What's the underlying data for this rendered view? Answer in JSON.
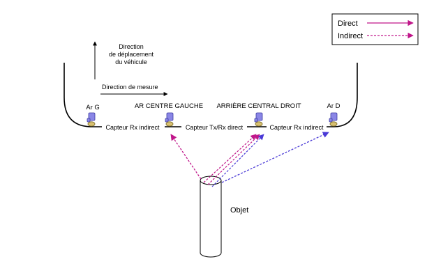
{
  "legend": {
    "direct_label": "Direct",
    "indirect_label": "Indirect",
    "colors": {
      "direct": "#c0168a",
      "indirect_a": "#c0168a",
      "indirect_b": "#4a3ad6"
    }
  },
  "annotations": {
    "vehicle_direction_line1": "Direction",
    "vehicle_direction_line2": "de déplacement",
    "vehicle_direction_line3": "du véhicule",
    "measure_direction": "Direction de mesure"
  },
  "sensors": {
    "ar_g": "Ar G",
    "ar_centre_gauche": "AR CENTRE GAUCHE",
    "arriere_central_droit": "ARRIÈRE CENTRAL DROIT",
    "ar_d": "Ar D"
  },
  "captions": {
    "capteur_rx_indirect_left": "Capteur Rx indirect",
    "capteur_txrx_direct": "Capteur Tx/Rx direct",
    "capteur_rx_indirect_right": "Capteur Rx indirect"
  },
  "object_label": "Objet",
  "colors": {
    "sensor_body": "#8a86e6",
    "sensor_edge": "#3b3aa0",
    "sensor_base": "#d8c070",
    "sensor_base_edge": "#7a6a2a"
  }
}
